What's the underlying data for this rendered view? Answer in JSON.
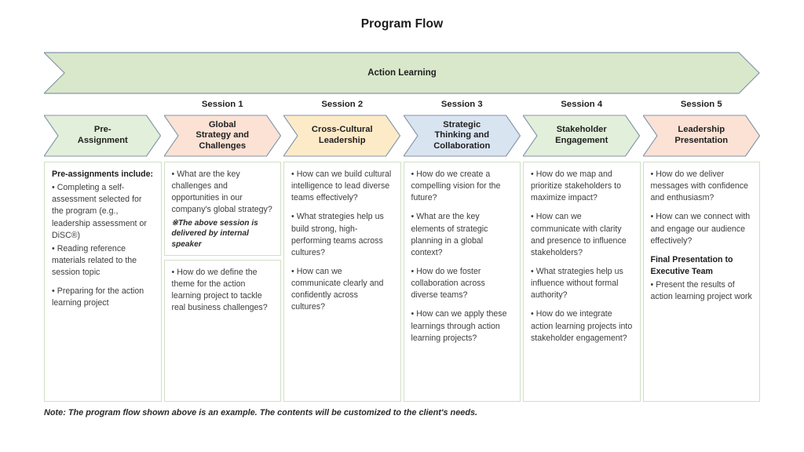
{
  "title": "Program Flow",
  "banner": {
    "label": "Action Learning",
    "fill": "#D9E8CB",
    "stroke": "#8496A9"
  },
  "colors": {
    "green": "#E2EFDA",
    "peach": "#FBE2D5",
    "yellow": "#FDEBC8",
    "blue": "#D9E4F1",
    "chevron_stroke": "#8496A9",
    "card_border": "#CFE0C4",
    "text": "#3D3D3D"
  },
  "stages": [
    {
      "session": "",
      "title": "Pre-\nAssignment",
      "fill": "#E2EFDA"
    },
    {
      "session": "Session 1",
      "title": "Global\nStrategy and\nChallenges",
      "fill": "#FBE2D5"
    },
    {
      "session": "Session 2",
      "title": "Cross-Cultural\nLeadership",
      "fill": "#FDEBC8"
    },
    {
      "session": "Session 3",
      "title": "Strategic\nThinking and\nCollaboration",
      "fill": "#D9E4F1"
    },
    {
      "session": "Session 4",
      "title": "Stakeholder\nEngagement",
      "fill": "#E2EFDA"
    },
    {
      "session": "Session 5",
      "title": "Leadership\nPresentation",
      "fill": "#FBE2D5"
    }
  ],
  "columns": [
    {
      "name": "pre-assignment",
      "cards": [
        {
          "blocks": [
            {
              "style": "bold",
              "text": "Pre-assignments include:"
            },
            {
              "style": "tight",
              "text": "• Completing a self-assessment selected for the program (e.g., leadership assessment or DiSC®)"
            },
            {
              "style": "normal",
              "text": "• Reading reference materials related to the session topic"
            },
            {
              "style": "normal",
              "text": "• Preparing for the action learning project"
            }
          ]
        }
      ]
    },
    {
      "name": "session-1",
      "cards": [
        {
          "blocks": [
            {
              "style": "tight",
              "text": "• What are the key challenges and opportunities in our company's global strategy?"
            },
            {
              "style": "note",
              "text": "※The above session is delivered by internal speaker"
            }
          ]
        },
        {
          "blocks": [
            {
              "style": "normal",
              "text": "• How do we define the theme for the action learning project to tackle real business challenges?"
            }
          ]
        }
      ]
    },
    {
      "name": "session-2",
      "cards": [
        {
          "blocks": [
            {
              "style": "normal",
              "text": "• How can we build cultural intelligence to lead diverse teams effectively?"
            },
            {
              "style": "normal",
              "text": "• What strategies help us build strong, high-performing teams across cultures?"
            },
            {
              "style": "normal",
              "text": "• How can we communicate clearly and confidently across cultures?"
            }
          ]
        }
      ]
    },
    {
      "name": "session-3",
      "cards": [
        {
          "blocks": [
            {
              "style": "normal",
              "text": "• How do we create a compelling vision for the future?"
            },
            {
              "style": "normal",
              "text": "• What are the key elements of strategic planning in a global context?"
            },
            {
              "style": "normal",
              "text": "• How do we foster collaboration across diverse teams?"
            },
            {
              "style": "normal",
              "text": "• How can we apply these learnings through action learning projects?"
            }
          ]
        }
      ]
    },
    {
      "name": "session-4",
      "cards": [
        {
          "blocks": [
            {
              "style": "normal",
              "text": "• How do we map and prioritize stakeholders to maximize impact?"
            },
            {
              "style": "normal",
              "text": "• How can we communicate with clarity and presence to influence stakeholders?"
            },
            {
              "style": "normal",
              "text": "• What strategies help us influence without formal authority?"
            },
            {
              "style": "normal",
              "text": "• How do we integrate action learning projects into stakeholder engagement?"
            }
          ]
        }
      ]
    },
    {
      "name": "session-5",
      "cards": [
        {
          "blocks": [
            {
              "style": "normal",
              "text": "• How do we deliver messages with confidence and enthusiasm?"
            },
            {
              "style": "normal",
              "text": "• How can we connect with and engage our audience effectively?"
            },
            {
              "style": "bold",
              "text": "Final Presentation to Executive Team"
            },
            {
              "style": "normal",
              "text": "• Present the results of action learning project work"
            }
          ]
        }
      ]
    }
  ],
  "footnote": "Note: The program flow shown above is an example. The contents will be customized to the client's needs."
}
